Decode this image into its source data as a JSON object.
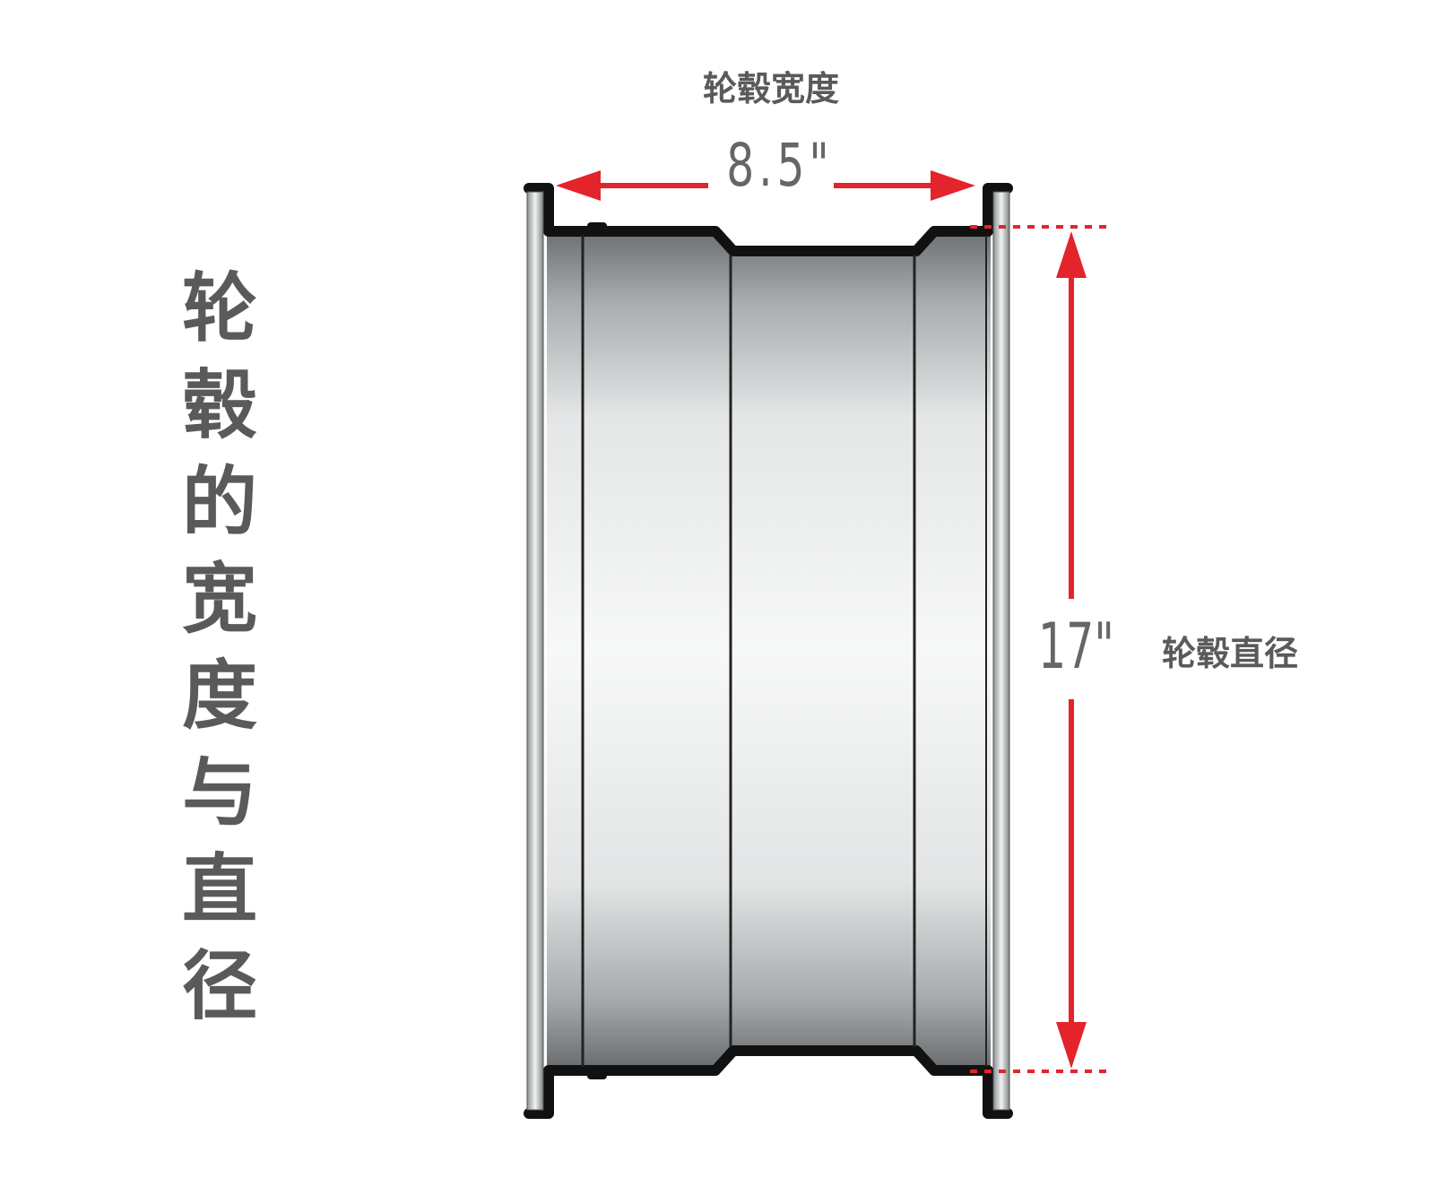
{
  "title_chars": [
    "轮",
    "毂",
    "的",
    "宽",
    "度",
    "与",
    "直",
    "径"
  ],
  "labels": {
    "width_label": "轮毂宽度",
    "width_value": "8.5\"",
    "diameter_label": "轮毂直径",
    "diameter_value": "17\""
  },
  "colors": {
    "arrow": "#e3242b",
    "outline": "#111111",
    "text": "#5a5a5a"
  }
}
